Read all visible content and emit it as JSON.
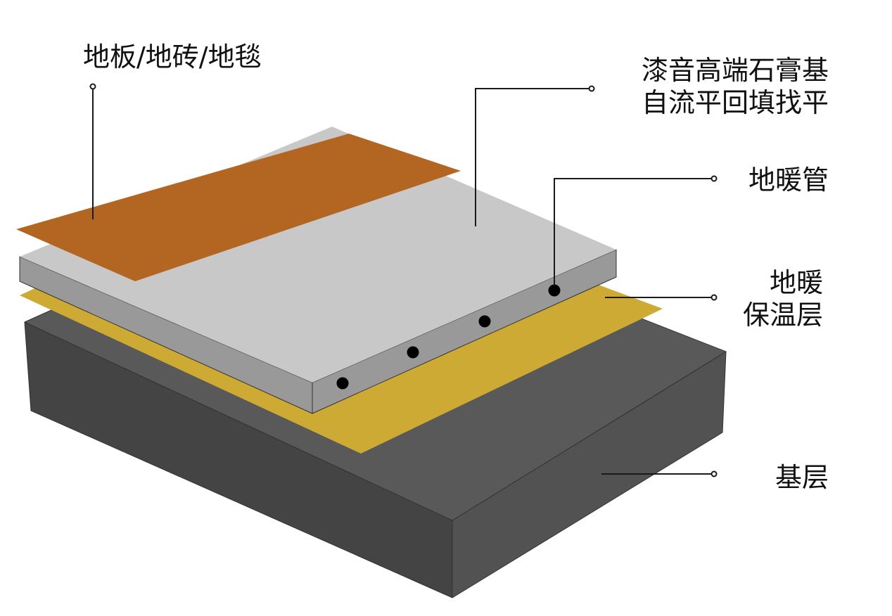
{
  "colors": {
    "floor_top": "#b36622",
    "gypsum_top": "#c8c8c8",
    "gypsum_side": "#999999",
    "insulation": "#cdaa33",
    "base_top": "#595959",
    "base_front": "#444444",
    "base_right": "#525252",
    "pipe": "#000000",
    "leader": "#1a1a1a"
  },
  "labels": {
    "flooring": "地板/地砖/地毯",
    "gypsum_line1": "漆音高端石膏基",
    "gypsum_line2": "自流平回填找平",
    "heating_pipe": "地暖管",
    "insulation_line1": "地暖",
    "insulation_line2": "保温层",
    "base": "基层"
  }
}
